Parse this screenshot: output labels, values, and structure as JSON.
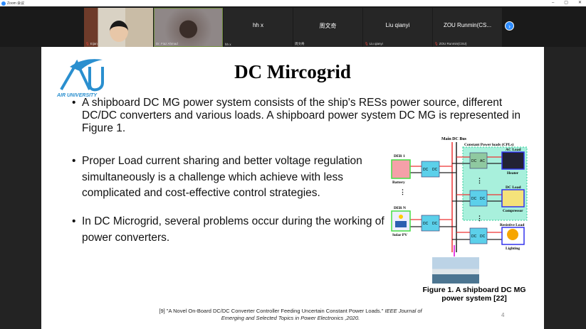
{
  "window": {
    "title": "Zoom 会议",
    "controls": [
      "–",
      "▢",
      "✕"
    ]
  },
  "participants": [
    {
      "name": "Eijan",
      "video": true
    },
    {
      "name": "Dr. Fiaz Ahmad",
      "video": true
    },
    {
      "name": "hh x",
      "label": "hh x"
    },
    {
      "name": "周文奇",
      "label": "周文奇"
    },
    {
      "name": "Liu qianyi",
      "label": "Liu qianyi"
    },
    {
      "name": "ZOU Runmin(CSU)",
      "label": "ZOU  Runmin(CS..."
    }
  ],
  "slide": {
    "logo_text": "AIR UNIVERSITY",
    "title": "DC Mircogrid",
    "bullets": [
      "A shipboard DC MG power system consists of the ship's RESs power source, different DC/DC converters and various loads. A shipboard power system DC MG is represented in Figure 1.",
      "Proper Load current sharing and better voltage regulation simultaneously is a challenge which  achieve with less complicated and cost-effective control strategies.",
      "In DC Microgrid, several problems occur during the working of power converters."
    ],
    "diagram": {
      "bus": "Main DC Bus",
      "cpl": "Constant Power loads  (CPLs)",
      "der1": "DER 1",
      "battery": "Battery",
      "dern": "DER N",
      "solar": "Solar PV",
      "ac_load": "AC Load",
      "heater": "Heater",
      "dc_load": "DC Load",
      "compressor": "Compressor",
      "res_load": "Resistive Load",
      "lighting": "Lighting",
      "dc": "DC",
      "ac": "AC"
    },
    "caption": "Figure 1. A shipboard DC MG power system [22]",
    "reference": "[9] \"A Novel On-Board DC/DC Converter Controller Feeding Uncertain Constant Power Loads.\"",
    "reference_italic": "IEEE Journal of Emerging and Selected Topics in Power Electronics ,2020.",
    "page_number": "4"
  }
}
